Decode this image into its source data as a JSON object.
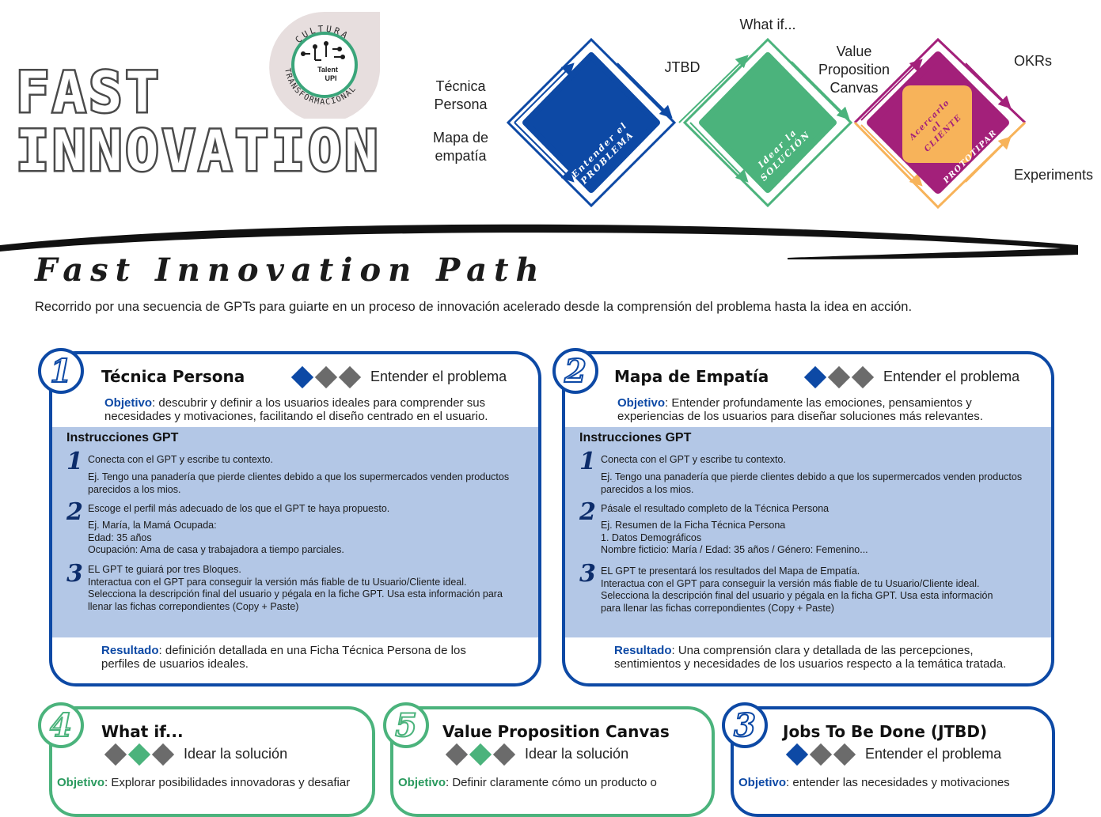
{
  "header": {
    "title_line1": "FAST",
    "title_line2": "INNOVATION",
    "logo": {
      "ring_text": "CULTURA TRANSFORMACIONAL",
      "brand": "Talent",
      "brand2": "UPI"
    }
  },
  "flow": {
    "labels": {
      "tecnica": "Técnica\nPersona",
      "mapa": "Mapa de\nempatía",
      "jtbd": "JTBD",
      "whatif": "What if...",
      "vpc": "Value\nProposition\nCanvas",
      "okrs": "OKRs",
      "experiments": "Experiments"
    },
    "stages": {
      "entender": "Entender el\nPROBLEMA",
      "idear": "Idear la\nSOLUCIÓN",
      "acercarlo": "Acercarlo\nal\nCLIENTE",
      "prototipar": "PROTOTIPAR"
    },
    "colors": {
      "blue": "#0d49a5",
      "green": "#4bb37c",
      "purple": "#a3207a",
      "orange": "#f7b35a"
    }
  },
  "path": {
    "title": "Fast Innovation Path",
    "subtitle": "Recorrido por una secuencia de GPTs para guiarte en un proceso de innovación acelerado desde la comprensión del problema hasta la idea en acción."
  },
  "cards": [
    {
      "number": "1",
      "title": "Técnica Persona",
      "stage": "Entender el problema",
      "objective_label": "Objetivo",
      "objective": ": descubrir y definir a los usuarios ideales para comprender sus necesidades y motivaciones, facilitando el diseño centrado en el usuario.",
      "instructions_title": "Instrucciones GPT",
      "steps": [
        {
          "n": "1",
          "text": "Conecta con el GPT y escribe tu contexto.",
          "example": "Ej. Tengo una panadería que pierde clientes debido a que los supermercados venden productos parecidos a los mios."
        },
        {
          "n": "2",
          "text": "Escoge el perfil más adecuado de los que el GPT te haya propuesto.",
          "example": "Ej. María, la Mamá Ocupada:\nEdad: 35 años\nOcupación: Ama de casa y trabajadora a tiempo parciales."
        },
        {
          "n": "3",
          "text": "EL GPT te guiará por tres Bloques.\nInteractua con el GPT para conseguir la versión más fiable de tu Usuario/Cliente ideal.\nSelecciona la descripción final del usuario y pégala en la fiche GPT. Usa esta información para llenar las fichas correpondientes (Copy + Paste)",
          "example": ""
        }
      ],
      "result_label": "Resultado",
      "result": ": definición detallada en una Ficha Técnica Persona de los perfiles de usuarios ideales."
    },
    {
      "number": "2",
      "title": "Mapa de Empatía",
      "stage": "Entender el problema",
      "objective_label": "Objetivo",
      "objective": ": Entender profundamente las emociones, pensamientos y experiencias de los usuarios para diseñar soluciones más relevantes.",
      "instructions_title": "Instrucciones GPT",
      "steps": [
        {
          "n": "1",
          "text": "Conecta con el GPT y escribe tu contexto.",
          "example": "Ej. Tengo una panadería que pierde clientes debido a que los supermercados venden productos parecidos a los mios."
        },
        {
          "n": "2",
          "text": "Pásale el resultado completo de la Técnica Persona",
          "example": "Ej. Resumen de la Ficha Técnica Persona\n1. Datos Demográficos\nNombre ficticio: María / Edad: 35 años / Género: Femenino..."
        },
        {
          "n": "3",
          "text": "EL GPT te presentará los resultados del Mapa de Empatía.\nInteractua con el GPT para conseguir la versión más fiable de tu Usuario/Cliente ideal.\nSelecciona la descripción final del usuario y pégala en la ficha GPT. Usa esta información para llenar las fichas correpondientes (Copy + Paste)",
          "example": ""
        }
      ],
      "result_label": "Resultado",
      "result": ": Una comprensión clara y detallada de las percepciones, sentimientos y necesidades de los usuarios respecto a la temática tratada."
    },
    {
      "number": "4",
      "title": "What if...",
      "stage": "Idear la solución",
      "objective_label": "Objetivo",
      "objective": ": Explorar posibilidades innovadoras y desafiar"
    },
    {
      "number": "5",
      "title": "Value Proposition Canvas",
      "stage": "Idear la solución",
      "objective_label": "Objetivo",
      "objective": ": Definir claramente cómo un producto o"
    },
    {
      "number": "3",
      "title": "Jobs To Be Done (JTBD)",
      "stage": "Entender el problema",
      "objective_label": "Objetivo",
      "objective": ": entender las necesidades y motivaciones"
    }
  ]
}
